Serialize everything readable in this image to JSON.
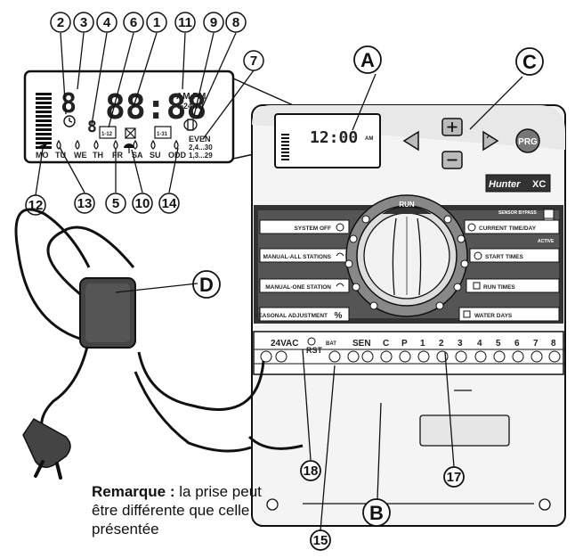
{
  "callouts": {
    "c1": "1",
    "c2": "2",
    "c3": "3",
    "c4": "4",
    "c5": "5",
    "c6": "6",
    "c7": "7",
    "c8": "8",
    "c9": "9",
    "c10": "10",
    "c11": "11",
    "c12": "12",
    "c13": "13",
    "c14": "14",
    "c15": "15",
    "c17": "17",
    "c18": "18",
    "A": "A",
    "B": "B",
    "C": "C",
    "D": "D"
  },
  "lcd_zoom": {
    "digit_big": "8",
    "digit_small": "8",
    "time": "88:88",
    "am_pm": "AM PM",
    "mode_24hr": "%24HR",
    "box_1_12": "1-12",
    "box_1_31": "1-31",
    "days": [
      "MO",
      "TU",
      "WE",
      "TH",
      "FR",
      "SA",
      "SU",
      "ODD"
    ],
    "even": "EVEN",
    "even_days": "2,4...30",
    "odd_days": "1,3...29"
  },
  "controller": {
    "lcd_time": "12:00",
    "lcd_am": "AM",
    "prg_button": "PRG",
    "brand": "Hunter",
    "model": "XC",
    "dial_center": "RUN",
    "sensor_bypass": "SENSOR BYPASS",
    "active": "ACTIVE",
    "left_labels": [
      "SYSTEM OFF",
      "MANUAL-ALL STATIONS",
      "MANUAL-ONE STATION",
      "SEASONAL ADJUSTMENT"
    ],
    "seasonal_symbol": "%",
    "right_labels": [
      "CURRENT TIME/DAY",
      "START TIMES",
      "RUN TIMES",
      "WATER DAYS"
    ]
  },
  "terminals": {
    "vac": "24VAC",
    "rst": "RST",
    "bat": "BAT",
    "sen": "SEN",
    "c": "C",
    "p": "P",
    "stations": [
      "1",
      "2",
      "3",
      "4",
      "5",
      "6",
      "7",
      "8"
    ]
  },
  "note": {
    "bold": "Remarque :",
    "text": " la prise peut être différente que celle présentée"
  }
}
